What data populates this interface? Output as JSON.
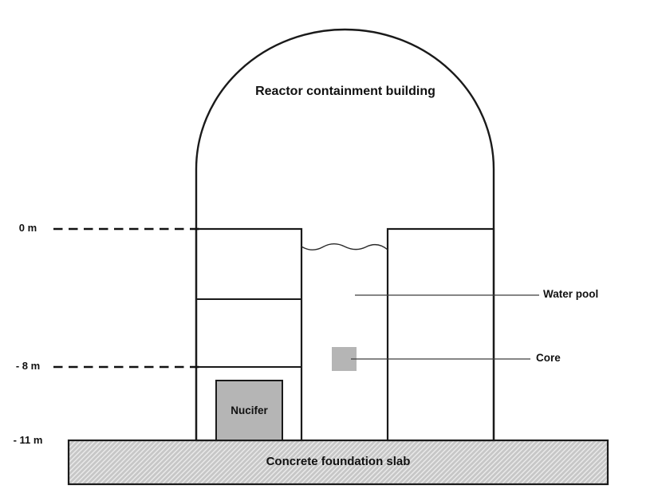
{
  "diagram": {
    "title": "Reactor containment building",
    "labels": {
      "water_pool": "Water pool",
      "core": "Core",
      "nucifer": "Nucifer",
      "foundation": "Concrete foundation slab"
    },
    "elevation_markers": [
      {
        "label": "0 m"
      },
      {
        "label": "- 8 m"
      },
      {
        "label": "- 11 m"
      }
    ],
    "colors": {
      "outline": "#1a1a1a",
      "leader_line": "#3d3d3d",
      "component_fill": "#b5b5b5",
      "hatch_base": "#c7c7c7",
      "hatch_stripe": "#ebebeb",
      "background": "#ffffff"
    }
  }
}
